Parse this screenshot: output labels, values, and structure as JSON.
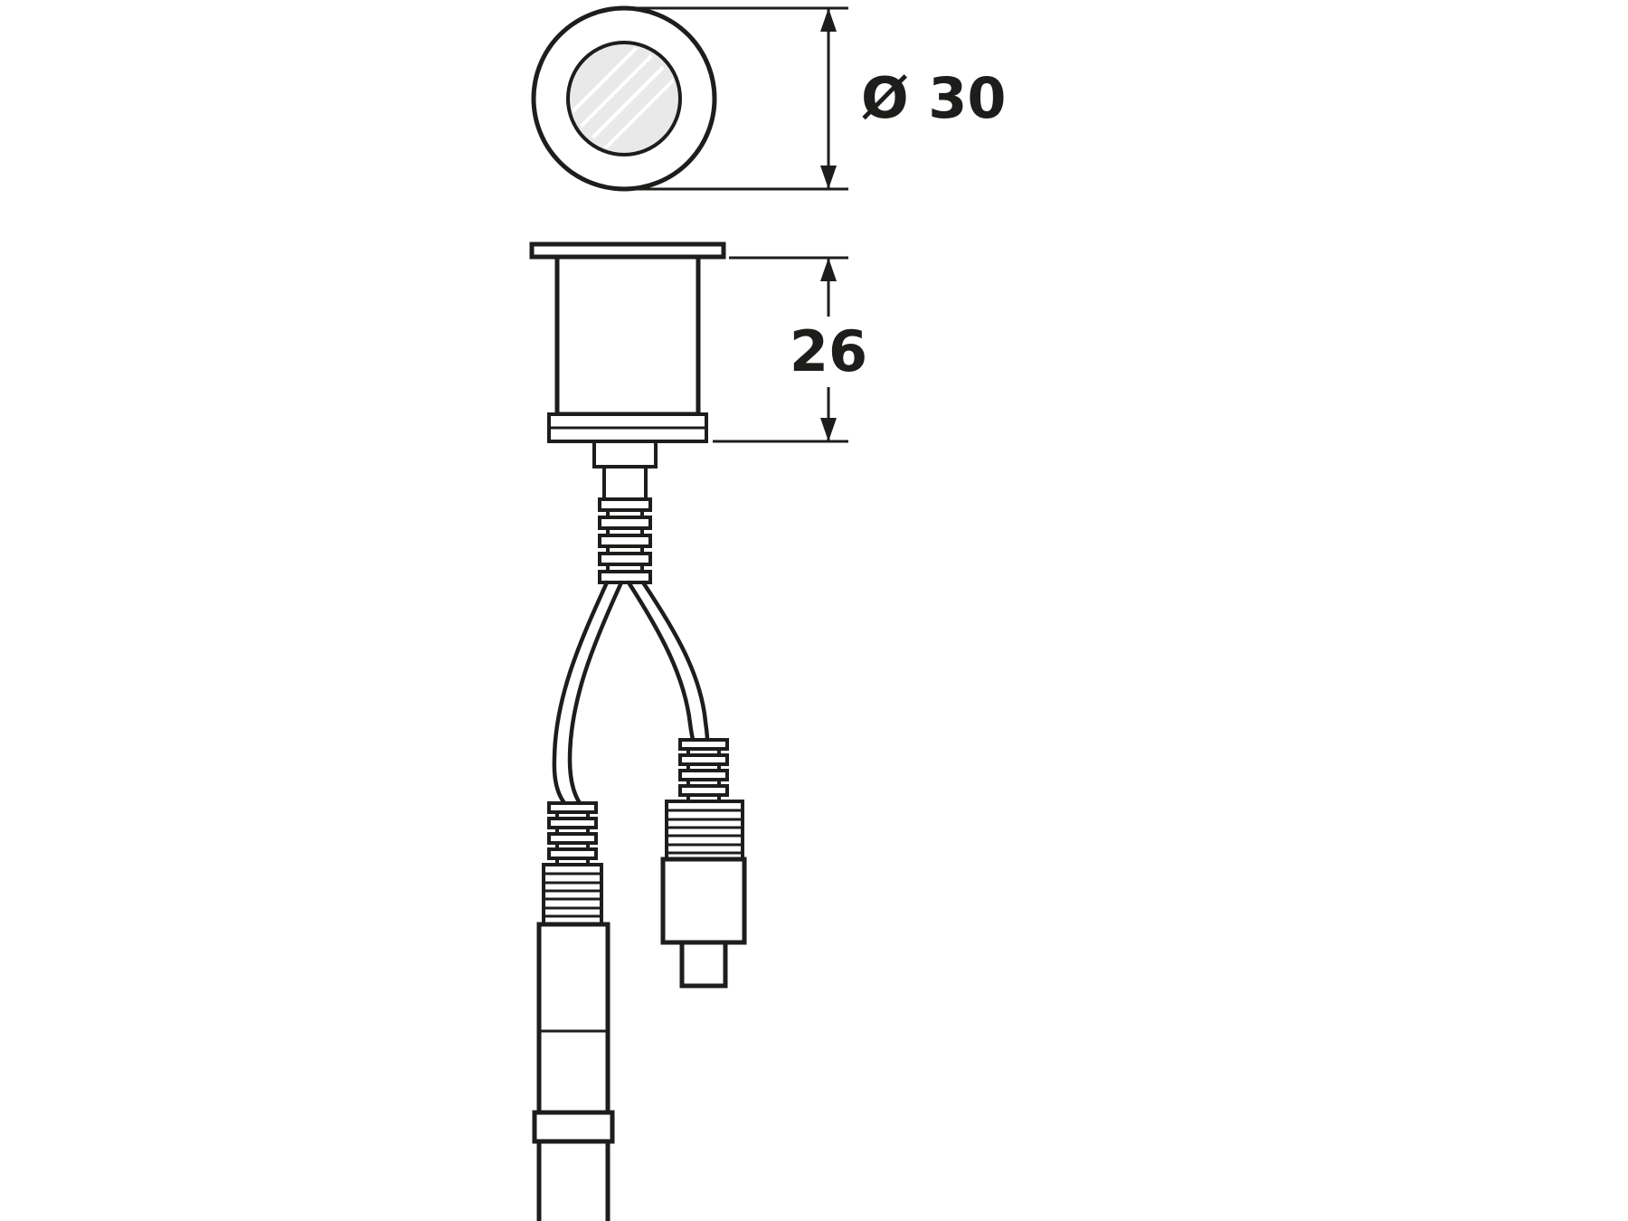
{
  "diagram": {
    "type": "technical-dimension-drawing",
    "subject": "recessed-round-light-with-two-cable-connectors",
    "line_color": "#1d1d1b",
    "lens_fill": "#e9e9e9",
    "background": "#ffffff",
    "dimensions": {
      "diameter_label": "Ø 30",
      "height_label": "26"
    }
  }
}
